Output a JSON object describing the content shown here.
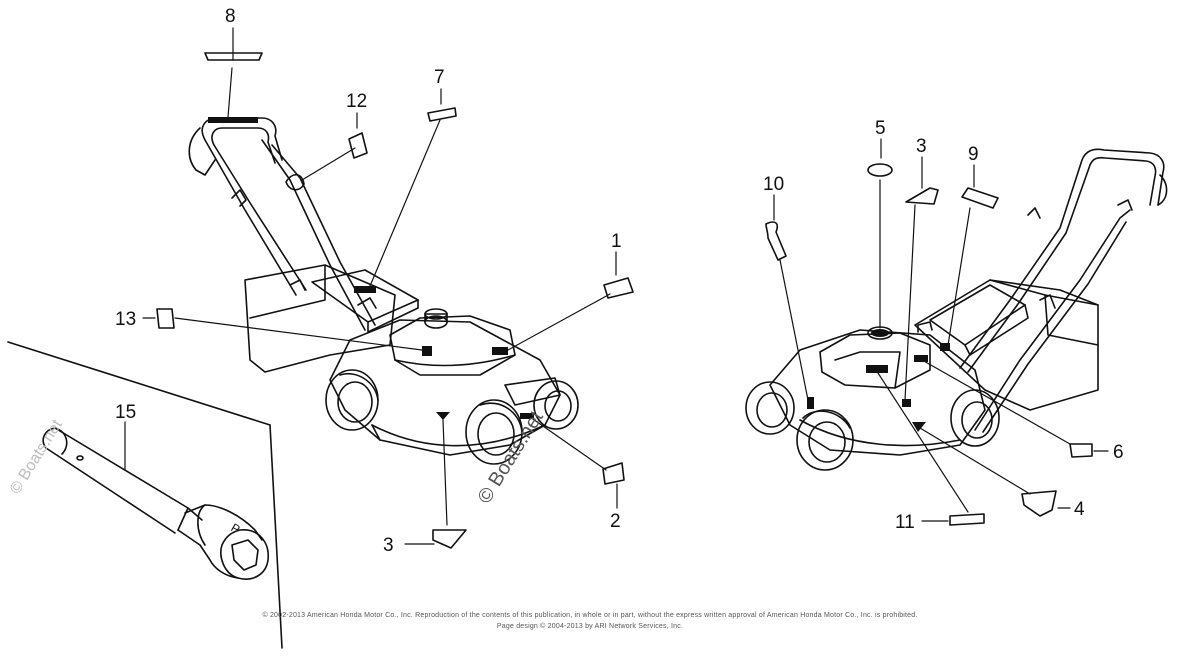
{
  "diagram": {
    "callouts": {
      "c1": "1",
      "c2": "2",
      "c3a": "3",
      "c3b": "3",
      "c4": "4",
      "c5": "5",
      "c6": "6",
      "c7": "7",
      "c8": "8",
      "c9": "9",
      "c10": "10",
      "c11": "11",
      "c12": "12",
      "c13": "13",
      "c15": "15"
    },
    "watermark": "© Boats.net",
    "socket_wrench_mark": "P"
  },
  "footer": {
    "line1": "© 2002-2013 American Honda Motor Co., Inc. Reproduction of the contents of this publication, in whole or in part, without the express written approval of American Honda Motor Co., Inc. is prohibited.",
    "line2": "Page design © 2004-2013 by ARI Network Services, Inc."
  },
  "colors": {
    "line": "#111111",
    "background": "#ffffff",
    "watermark": "#bdbdbd"
  }
}
